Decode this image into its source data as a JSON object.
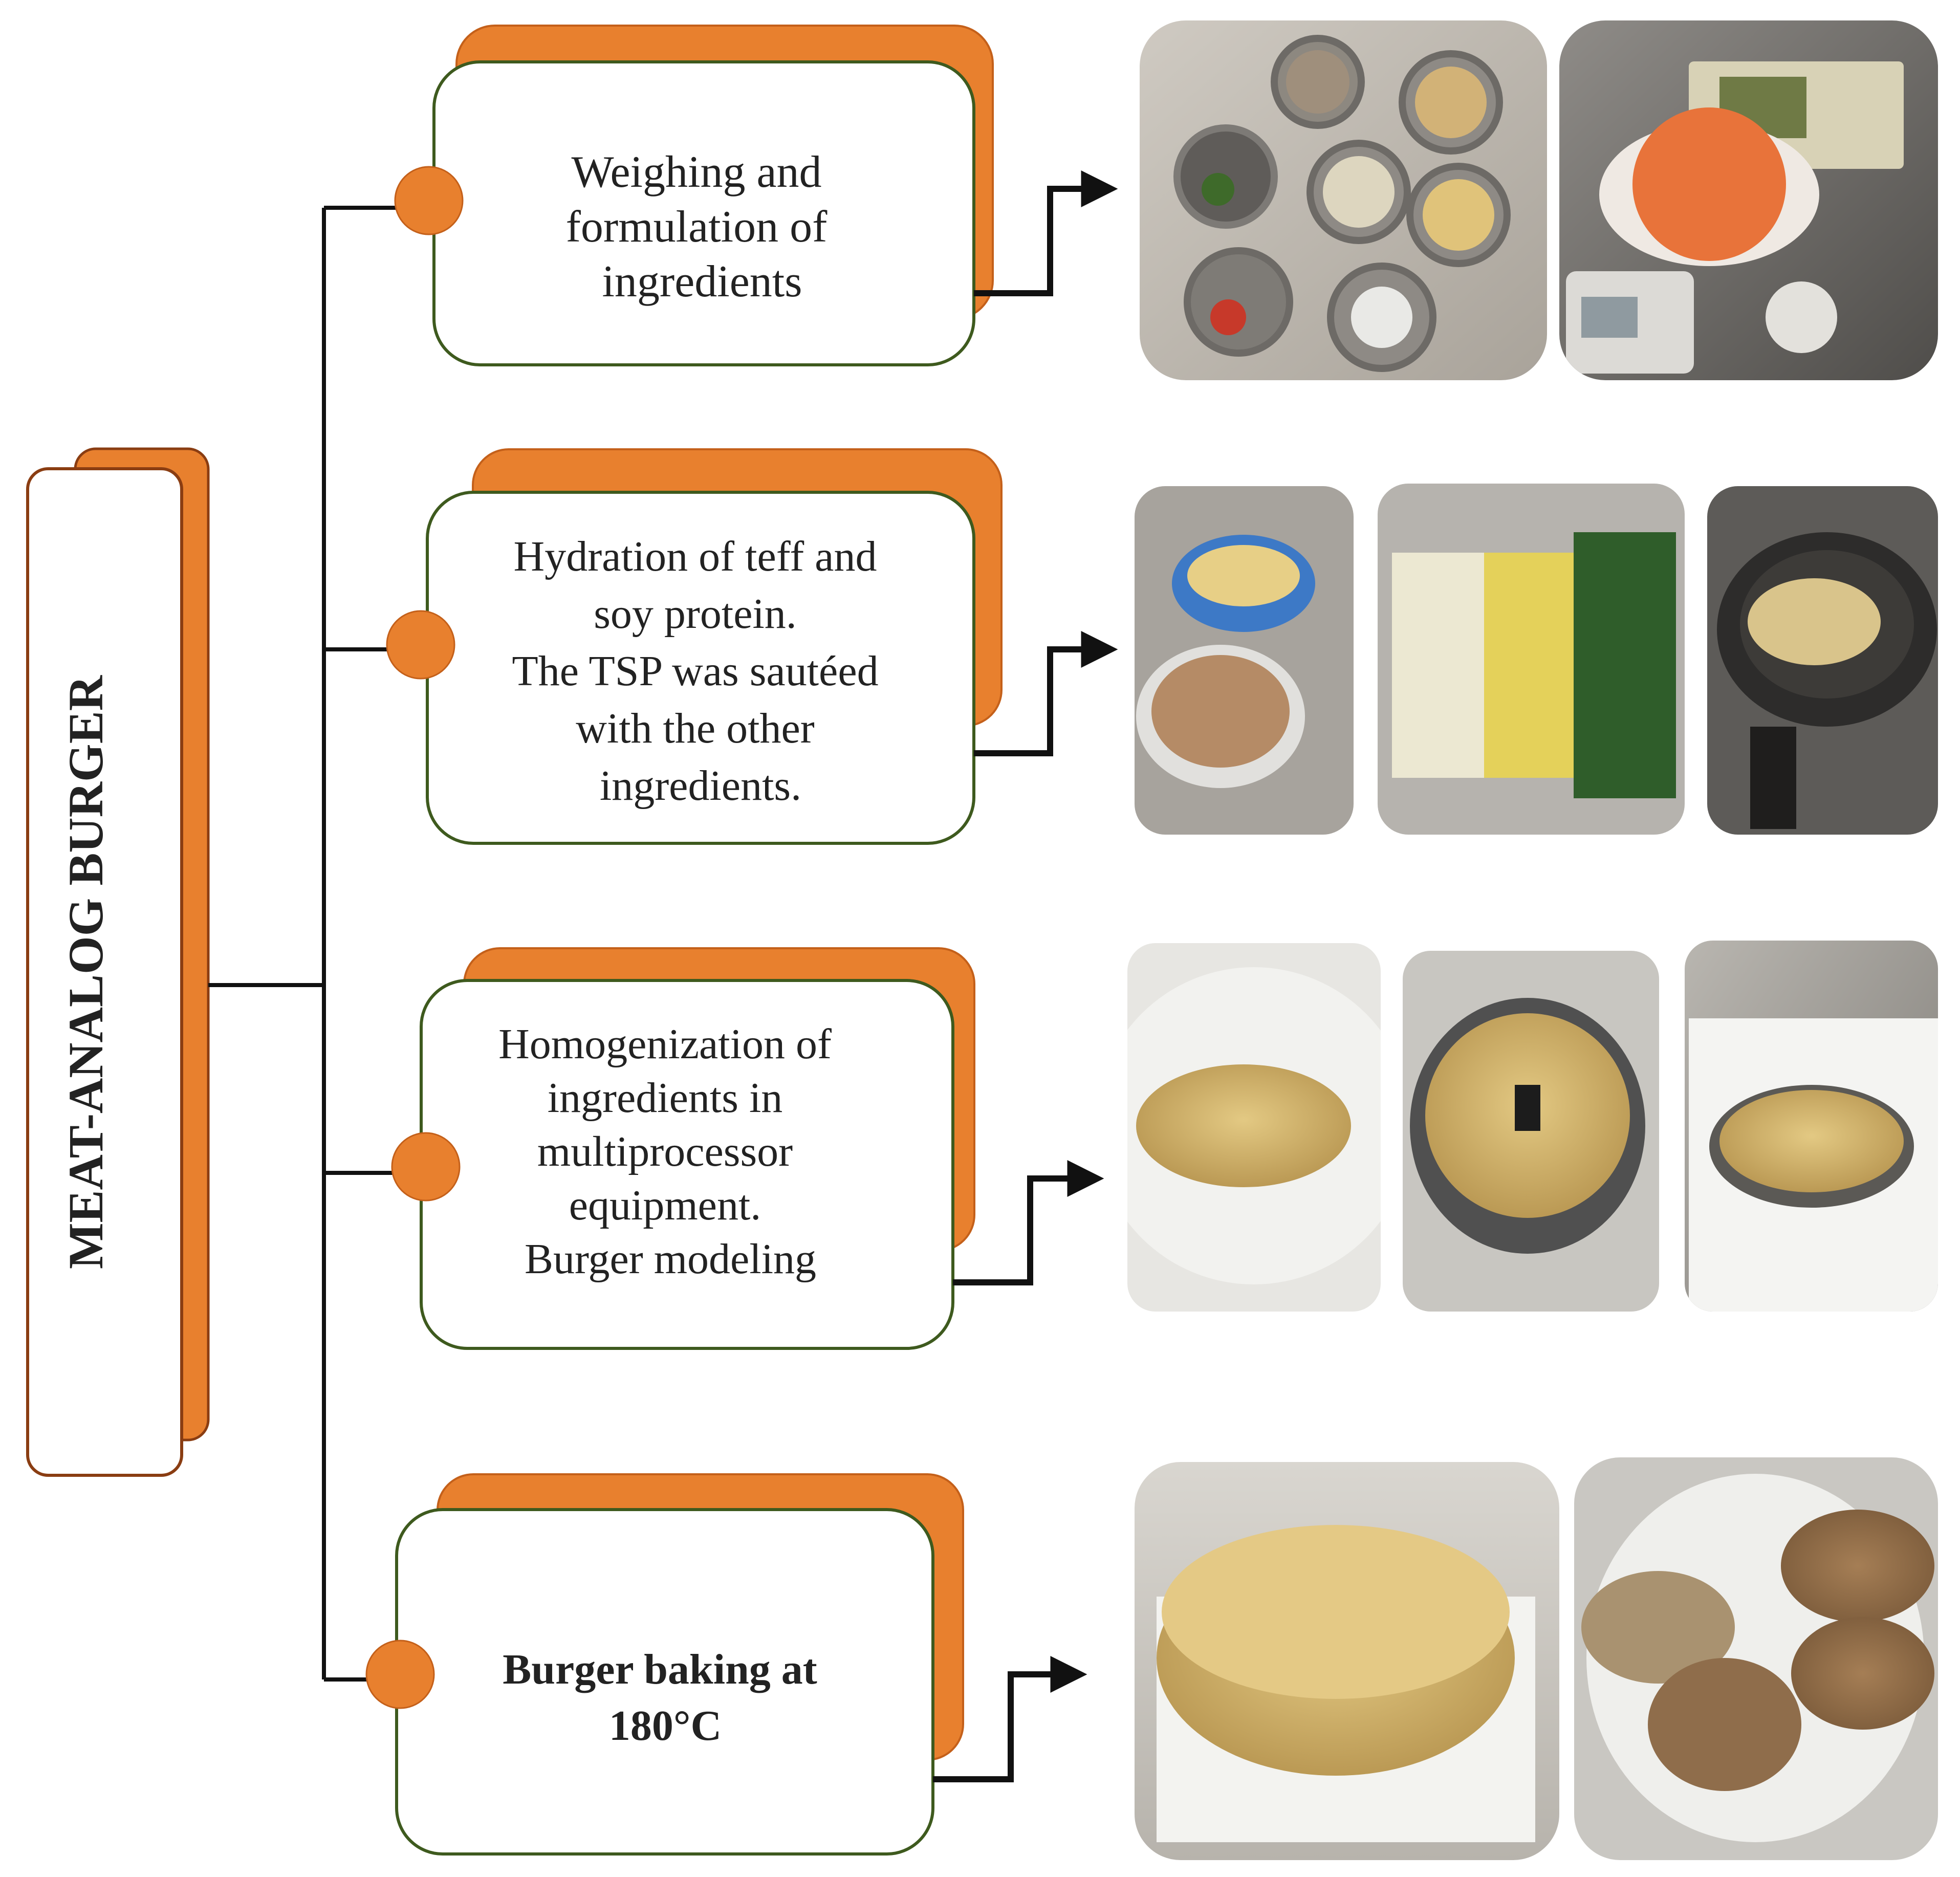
{
  "root": {
    "label": "MEAT-ANALOG BURGER"
  },
  "steps": [
    {
      "lines": [
        "Weighing and",
        "formulation of",
        "ingredients"
      ],
      "bold": false,
      "photos": [
        "bowls-of-weighed-ingredients-photo",
        "scale-with-orange-bag-photo"
      ]
    },
    {
      "lines": [
        "Hydration of teff and",
        "soy protein.",
        "The TSP was sautéed",
        "with the other",
        "ingredients."
      ],
      "bold": false,
      "photos": [
        "hydrated-teff-and-soy-bowls-photo",
        "bagged-onion-garlic-herbs-photo",
        "sauteing-pan-on-stove-photo"
      ]
    },
    {
      "lines": [
        "Homogenization of",
        "ingredients in",
        "multiprocessor",
        "equipment.",
        "Burger modeling"
      ],
      "bold": false,
      "photos": [
        "mixed-crumbs-on-plate-photo",
        "food-processor-bowl-photo",
        "ring-mold-patty-photo"
      ]
    },
    {
      "lines": [
        "Burger baking at",
        "180°C"
      ],
      "bold": true,
      "photos": [
        "raw-molded-patty-photo",
        "baked-patties-on-paper-photo"
      ]
    }
  ],
  "colors": {
    "accent_orange": "#E8802E",
    "box_border_green": "#3E5A1E",
    "root_border_brown": "#8A3D12",
    "line_black": "#111111"
  }
}
